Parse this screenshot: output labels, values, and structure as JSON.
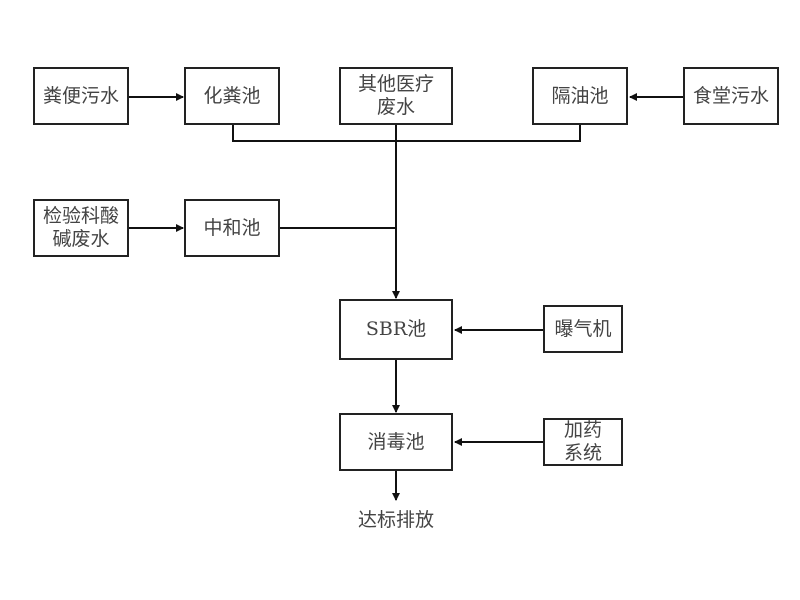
{
  "diagram": {
    "type": "flowchart",
    "nodes": {
      "feces_sewage": "粪便污水",
      "septic_tank": "化粪池",
      "other_medical": "其他医疗\n废水",
      "grease_trap": "隔油池",
      "canteen_sewage": "食堂污水",
      "lab_acid_base": "检验科酸\n碱废水",
      "neutralization": "中和池",
      "sbr": "SBR池",
      "aerator": "曝气机",
      "disinfection": "消毒池",
      "dosing": "加药\n系统",
      "discharge": "达标排放"
    },
    "edges": [
      [
        "feces_sewage",
        "septic_tank"
      ],
      [
        "canteen_sewage",
        "grease_trap"
      ],
      [
        "septic_tank",
        "sbr"
      ],
      [
        "other_medical",
        "sbr"
      ],
      [
        "grease_trap",
        "sbr"
      ],
      [
        "lab_acid_base",
        "neutralization"
      ],
      [
        "neutralization",
        "sbr"
      ],
      [
        "aerator",
        "sbr"
      ],
      [
        "sbr",
        "disinfection"
      ],
      [
        "dosing",
        "disinfection"
      ],
      [
        "disinfection",
        "discharge"
      ]
    ]
  }
}
